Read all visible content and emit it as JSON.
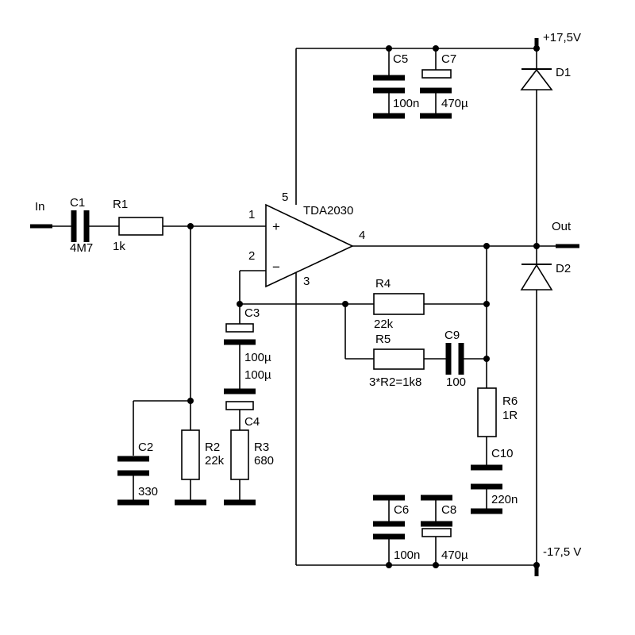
{
  "labels": {
    "in": "In",
    "out": "Out",
    "vpos": "+17,5V",
    "vneg": "-17,5 V",
    "ic": "TDA2030"
  },
  "pins": {
    "p1": "1",
    "p2": "2",
    "p3": "3",
    "p4": "4",
    "p5": "5",
    "plus": "+",
    "minus": "−"
  },
  "components": {
    "c1": {
      "name": "C1",
      "value": "4M7"
    },
    "r1": {
      "name": "R1",
      "value": "1k"
    },
    "c2": {
      "name": "C2",
      "value": "330"
    },
    "r2": {
      "name": "R2",
      "value": "22k"
    },
    "c3": {
      "name": "C3",
      "value": "100µ"
    },
    "c4": {
      "name": "C4",
      "value": "100µ"
    },
    "r3": {
      "name": "R3",
      "value": "680"
    },
    "r4": {
      "name": "R4",
      "value": "22k"
    },
    "r5": {
      "name": "R5",
      "value": "3*R2=1k8"
    },
    "c9": {
      "name": "C9",
      "value": "100"
    },
    "r6": {
      "name": "R6",
      "value": "1R"
    },
    "c10": {
      "name": "C10",
      "value": "220n"
    },
    "c5": {
      "name": "C5",
      "value": "100n"
    },
    "c7": {
      "name": "C7",
      "value": "470µ"
    },
    "c6": {
      "name": "C6",
      "value": "100n"
    },
    "c8": {
      "name": "C8",
      "value": "470µ"
    },
    "d1": {
      "name": "D1"
    },
    "d2": {
      "name": "D2"
    }
  }
}
